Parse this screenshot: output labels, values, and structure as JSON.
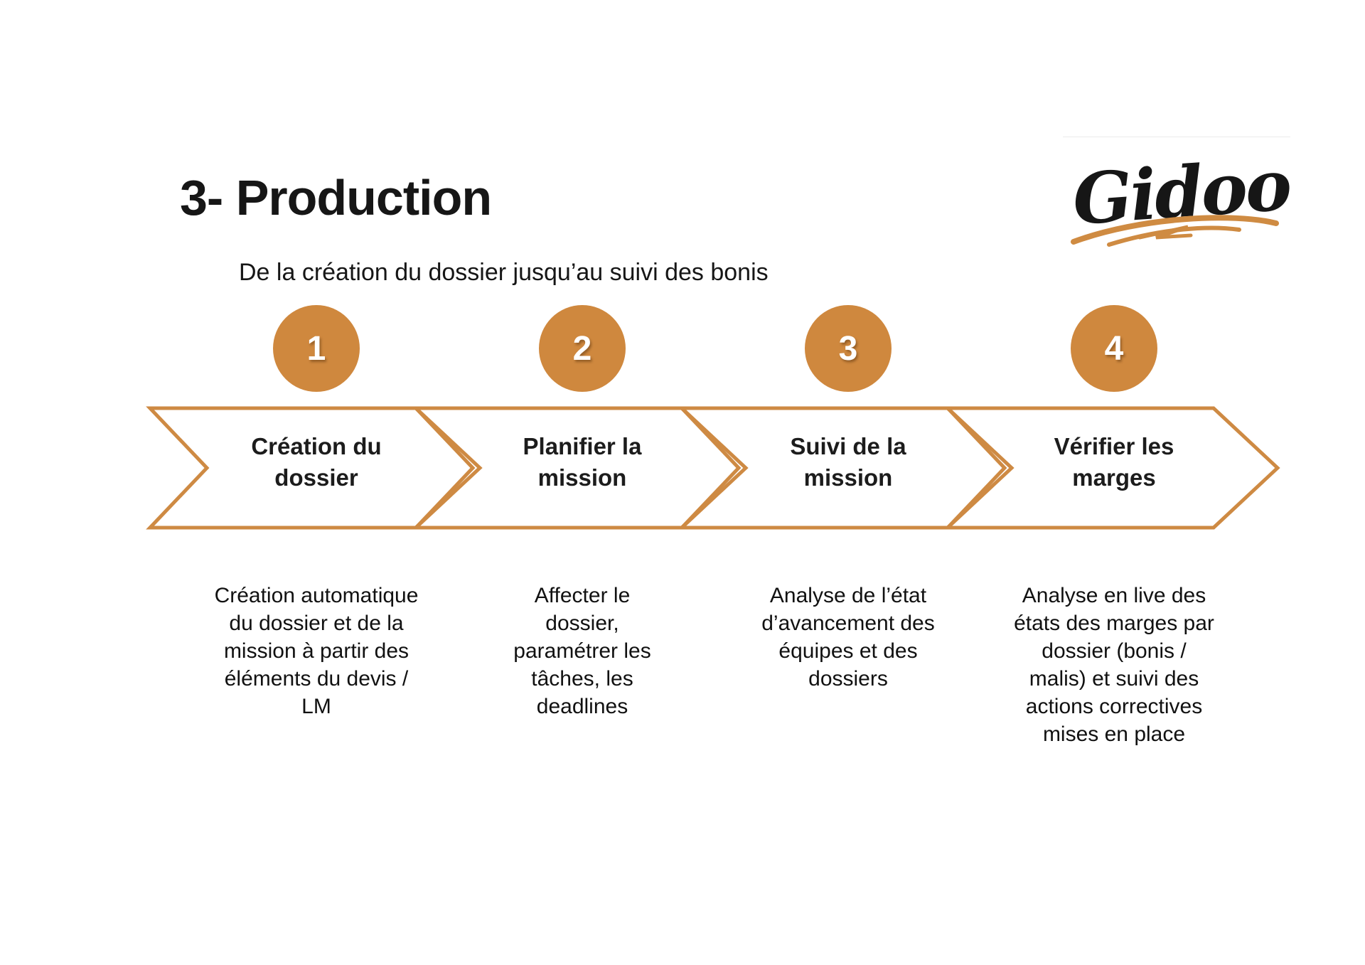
{
  "page": {
    "title": "3- Production",
    "subtitle": "De la création du dossier jusqu’au suivi des bonis"
  },
  "logo": {
    "text": "Gidoo",
    "swoosh_icon": "orange-brush-underline"
  },
  "colors": {
    "accent_orange_outline": "#CE8A43",
    "circle_orange_fill": "#CF883E",
    "text_dark": "#161616",
    "background": "#FFFFFF"
  },
  "steps": [
    {
      "number": "1",
      "label": "Création du dossier",
      "label_lines": [
        "Création du",
        "dossier"
      ],
      "description_lines": [
        "Création automatique",
        "du dossier et de la",
        "mission à partir des",
        "éléments du devis /",
        "LM"
      ]
    },
    {
      "number": "2",
      "label": "Planifier la mission",
      "label_lines": [
        "Planifier la",
        "mission"
      ],
      "description_lines": [
        "Affecter le",
        "dossier,",
        "paramétrer les",
        "tâches, les",
        "deadlines"
      ]
    },
    {
      "number": "3",
      "label": "Suivi de la mission",
      "label_lines": [
        "Suivi de la",
        "mission"
      ],
      "description_lines": [
        "Analyse de l’état",
        "d’avancement des",
        "équipes et des",
        "dossiers"
      ]
    },
    {
      "number": "4",
      "label": "Vérifier les marges",
      "label_lines": [
        "Vérifier les",
        "marges"
      ],
      "description_lines": [
        "Analyse en live des",
        "états des marges par",
        "dossier (bonis /",
        "malis) et suivi des",
        "actions correctives",
        "mises en place"
      ]
    }
  ]
}
